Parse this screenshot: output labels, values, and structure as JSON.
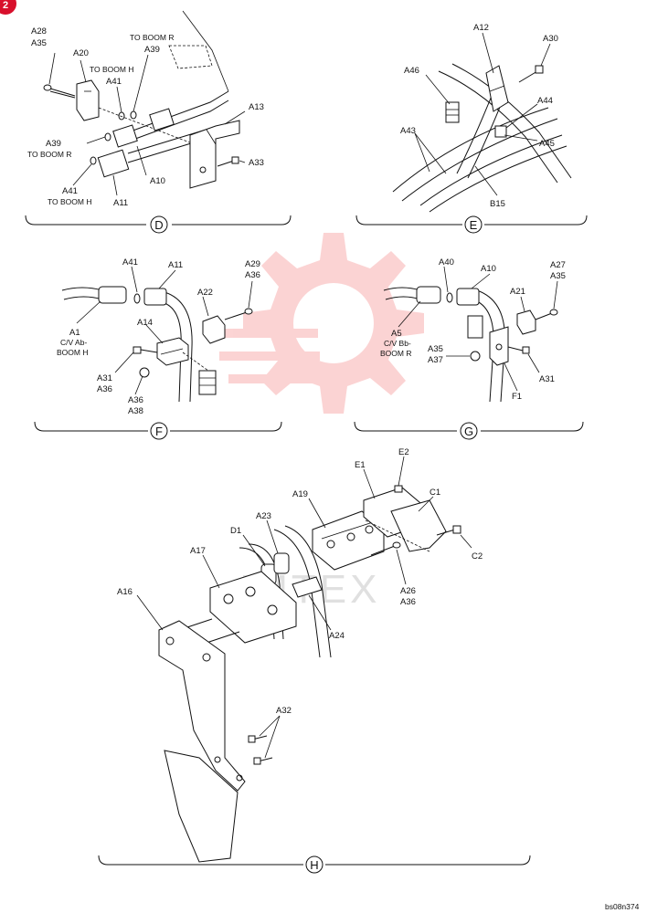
{
  "corner_badge": "2",
  "watermark": "IMTEX",
  "image_code": "bs08n374",
  "sections": {
    "D": {
      "letter": "D",
      "labels": {
        "a28": "A28",
        "a35": "A35",
        "a20": "A20",
        "to_boom_r_top": "TO BOOM R",
        "a39_top": "A39",
        "to_boom_h_top": "TO BOOM H",
        "a41_top": "A41",
        "a13": "A13",
        "a39_left": "A39",
        "to_boom_r_left": "TO BOOM R",
        "a33": "A33",
        "a10": "A10",
        "a41_bottom": "A41",
        "to_boom_h_bottom": "TO BOOM H",
        "a11": "A11"
      }
    },
    "E": {
      "letter": "E",
      "labels": {
        "a12": "A12",
        "a30": "A30",
        "a46": "A46",
        "a44": "A44",
        "a43": "A43",
        "a45": "A45",
        "b15": "B15"
      }
    },
    "F": {
      "letter": "F",
      "labels": {
        "a41": "A41",
        "a11": "A11",
        "a29": "A29",
        "a36_top": "A36",
        "a22": "A22",
        "a1": "A1",
        "a1_sub1": "C/V Ab-",
        "a1_sub2": "BOOM H",
        "a14": "A14",
        "a31": "A31",
        "a36_left": "A36",
        "a36_bottom": "A36",
        "a38": "A38"
      }
    },
    "G": {
      "letter": "G",
      "labels": {
        "a40": "A40",
        "a10": "A10",
        "a27": "A27",
        "a35_top": "A35",
        "a21": "A21",
        "a5": "A5",
        "a5_sub1": "C/V Bb-",
        "a5_sub2": "BOOM R",
        "a35_left": "A35",
        "a37": "A37",
        "a31": "A31",
        "f1": "F1"
      }
    },
    "H": {
      "letter": "H",
      "labels": {
        "e2": "E2",
        "e1": "E1",
        "c1": "C1",
        "a19": "A19",
        "d1": "D1",
        "a23": "A23",
        "c2": "C2",
        "a17": "A17",
        "a26": "A26",
        "a36": "A36",
        "a16": "A16",
        "a24": "A24",
        "a32": "A32"
      }
    }
  }
}
